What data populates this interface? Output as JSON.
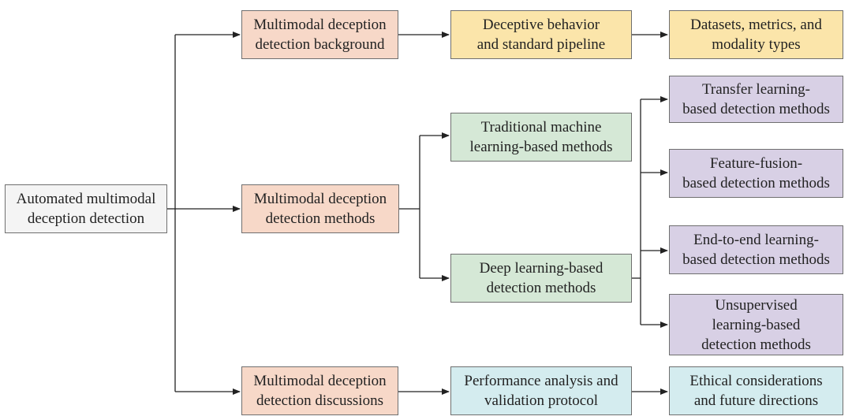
{
  "diagram": {
    "root": "Automated multimodal\ndeception detection",
    "background": "Multimodal deception\ndetection background",
    "methods": "Multimodal deception\ndetection methods",
    "discussions": "Multimodal deception\ndetection discussions",
    "pipeline": "Deceptive behavior\nand standard pipeline",
    "datasets": "Datasets, metrics, and\nmodality types",
    "traditional_ml": "Traditional machine\nlearning-based methods",
    "deep_learning": "Deep learning-based\ndetection methods",
    "transfer": "Transfer learning-\nbased detection methods",
    "feature_fusion": "Feature-fusion-\nbased detection methods",
    "end_to_end": "End-to-end learning-\nbased detection methods",
    "unsupervised": "Unsupervised\nlearning-based\ndetection methods",
    "performance": "Performance analysis and\nvalidation protocol",
    "ethics": "Ethical considerations\nand future directions"
  },
  "colors": {
    "root": "#f4f4f4",
    "level1": "#f7d8c8",
    "background_branch": "#fbe5aa",
    "methods_branch": "#d5e8d6",
    "deep_learning_children": "#d8d0e5",
    "discussions_branch": "#d4ecef",
    "border": "#6f6f6f"
  }
}
